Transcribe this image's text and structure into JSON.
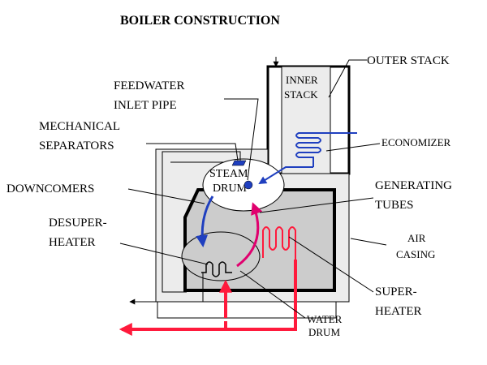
{
  "title": "BOILER CONSTRUCTION",
  "labels": {
    "outer_stack": "OUTER STACK",
    "inner_stack_1": "INNER",
    "inner_stack_2": "STACK",
    "economizer": "ECONOMIZER",
    "feedwater_1": "FEEDWATER",
    "feedwater_2": "INLET PIPE",
    "mech_sep_1": "MECHANICAL",
    "mech_sep_2": "SEPARATORS",
    "steam_drum_1": "STEAM",
    "steam_drum_2": "DRUM",
    "downcomers": "DOWNCOMERS",
    "generating_1": "GENERATING",
    "generating_2": "TUBES",
    "desuper_1": "DESUPER-",
    "desuper_2": "HEATER",
    "air_casing_1": "AIR",
    "air_casing_2": "CASING",
    "superheater_1": "SUPER-",
    "superheater_2": "HEATER",
    "water_drum_1": "WATER",
    "water_drum_2": "DRUM"
  },
  "colors": {
    "water_flow": "#1f3fbf",
    "steam_flow": "#e0006e",
    "superheated_steam": "#ff1a3c",
    "furnace_fill": "#cccccc",
    "stack_fill": "#ececec",
    "outline": "#000000"
  }
}
